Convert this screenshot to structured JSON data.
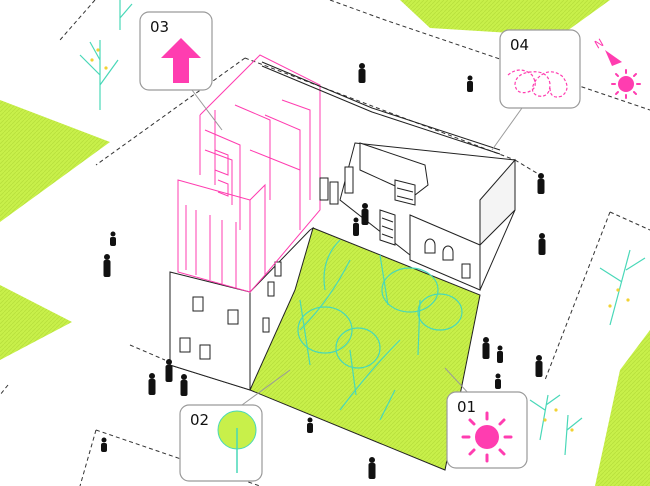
{
  "callouts": [
    {
      "id": "01",
      "label": "01",
      "icon": "sun-icon"
    },
    {
      "id": "02",
      "label": "02",
      "icon": "tree-icon"
    },
    {
      "id": "03",
      "label": "03",
      "icon": "up-arrow-icon"
    },
    {
      "id": "04",
      "label": "04",
      "icon": "wind-swirl-icon"
    }
  ],
  "north_indicator": {
    "label": "N",
    "icon": "north-sun-icon"
  },
  "colors": {
    "lawn": "#c8f04a",
    "lawn_dark": "#b6e23a",
    "accent": "#ff3db0",
    "tree_line": "#49d8b8",
    "outline": "#222222",
    "callout_border": "#9a9a9a",
    "figure": "#111111"
  }
}
